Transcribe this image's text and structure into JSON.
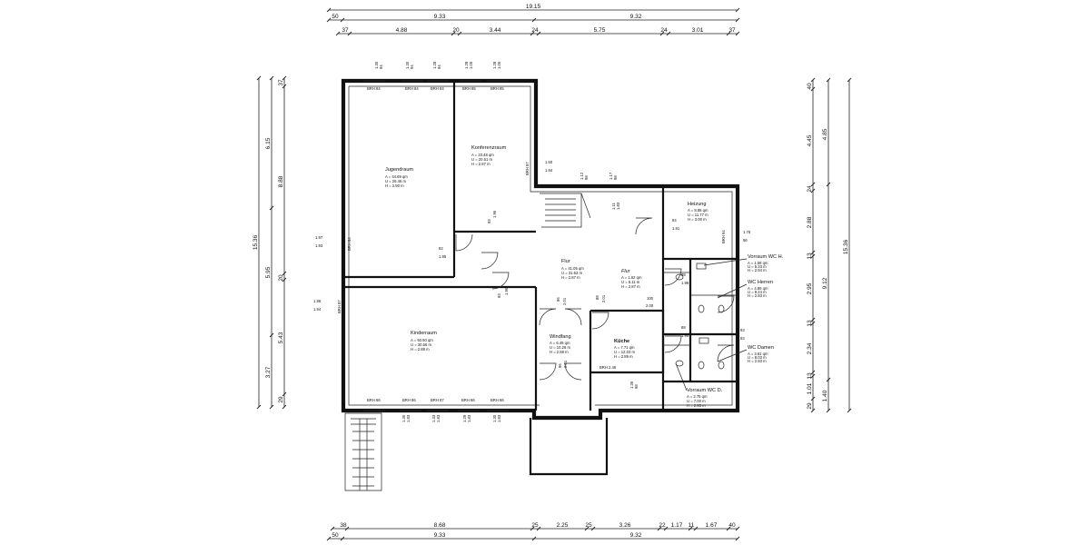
{
  "dimensions": {
    "top_total": "19.15",
    "top_row2": [
      "50",
      "9.33",
      "9.32"
    ],
    "top_row3": [
      "37",
      "4.88",
      "20",
      "3.44",
      "24",
      "5.75",
      "24",
      "3.01",
      "37"
    ],
    "bottom_row1": [
      "38",
      "8.68",
      "25",
      "2.25",
      "25",
      "3.26",
      "22",
      "1.17",
      "11",
      "1.67",
      "40"
    ],
    "bottom_row2": [
      "50",
      "9.33",
      "9.32"
    ],
    "left_total": "15.36",
    "left_row2": [
      "6.15",
      "5.95",
      "3.27"
    ],
    "left_row3": [
      "37",
      "8.88",
      "20",
      "5.43",
      "29"
    ],
    "right_total": "15.36",
    "right_row2": [
      "4.85",
      "9.12",
      "1.40"
    ],
    "right_row3": [
      "40",
      "4.45",
      "24",
      "2.88",
      "13",
      "2.95",
      "13",
      "2.34",
      "13",
      "1.01",
      "29"
    ]
  },
  "rooms": [
    {
      "id": "jugendraum",
      "name": "Jugendraum",
      "area": "A = 44.69 qm",
      "perimeter": "U = 26.46 m",
      "height": "H = 2.90 m"
    },
    {
      "id": "konferenzraum",
      "name": "Konferenzraum",
      "area": "A = 23.48 qm",
      "perimeter": "U = 20.51 m",
      "height": "H = 2.87 m"
    },
    {
      "id": "kinderraum",
      "name": "Kinderraum",
      "area": "A = 50.50 qm",
      "perimeter": "U = 30.56 m",
      "height": "H = 2.88 m"
    },
    {
      "id": "flur",
      "name": "Flur",
      "area": "A = 41.05 qm",
      "perimeter": "U = 31.63 m",
      "height": "H = 2.87 m"
    },
    {
      "id": "flur2",
      "name": "Flur",
      "area": "A = 1.62 qm",
      "perimeter": "U = 5.11 m",
      "height": "H = 2.87 m"
    },
    {
      "id": "heizung",
      "name": "Heizung",
      "area": "A = 8.88 qm",
      "perimeter": "U = 11.77 m",
      "height": "H = 3.00 m"
    },
    {
      "id": "windfang",
      "name": "Windfang",
      "area": "A = 6.49 qm",
      "perimeter": "U = 10.26 m",
      "height": "H = 2.88 m"
    },
    {
      "id": "kueche",
      "name": "Küche",
      "area": "A = 7.71 qm",
      "perimeter": "U = 12.03 m",
      "height": "H = 2.89 m"
    },
    {
      "id": "vorraum_wc_h",
      "name": "Vorraum WC H.",
      "area": "A = 1.58 qm",
      "perimeter": "U = 5.33 m",
      "height": "H = 2.94 m"
    },
    {
      "id": "wc_herren",
      "name": "WC Herren",
      "area": "A = 4.86 qm",
      "perimeter": "U = 9.24 m",
      "height": "H = 2.93 m"
    },
    {
      "id": "wc_damen",
      "name": "WC Damen",
      "area": "A = 3.81 qm",
      "perimeter": "U = 8.03 m",
      "height": "H = 2.93 m"
    },
    {
      "id": "vorraum_wc_d",
      "name": "Vorraum WC D.",
      "area": "A = 2.75 qm",
      "perimeter": "U = 7.00 m",
      "height": "H = 2.93 m"
    }
  ],
  "window_labels": {
    "brh84": "BRH 84",
    "brh85": "BRH 85",
    "brh86": "BRH 86",
    "brh87": "BRH 87",
    "brh246": "BRH 2.46",
    "brh94": "BRH 94"
  },
  "opening_dims": {
    "w130": "1.30",
    "w94": "94",
    "w128": "1.28",
    "w105": "1.05",
    "w150": "1.50",
    "w184": "1.84",
    "w112": "1.12",
    "w98": "98",
    "w117": "1.17",
    "w111": "1.11",
    "w183": "1.83",
    "w133": "1.33",
    "w135": "1.35",
    "w129": "1.29",
    "d197": "1.97",
    "d193": "1.93",
    "d196": "1.96",
    "d194": "1.94",
    "d82": "82",
    "d195": "1.95",
    "d93": "93",
    "d96": "96",
    "d201": "2.01",
    "d188": "1.88",
    "d88": "88",
    "d100": "100",
    "d200": "2.00",
    "d84": "84",
    "d191": "1.91",
    "d176": "1.76"
  }
}
